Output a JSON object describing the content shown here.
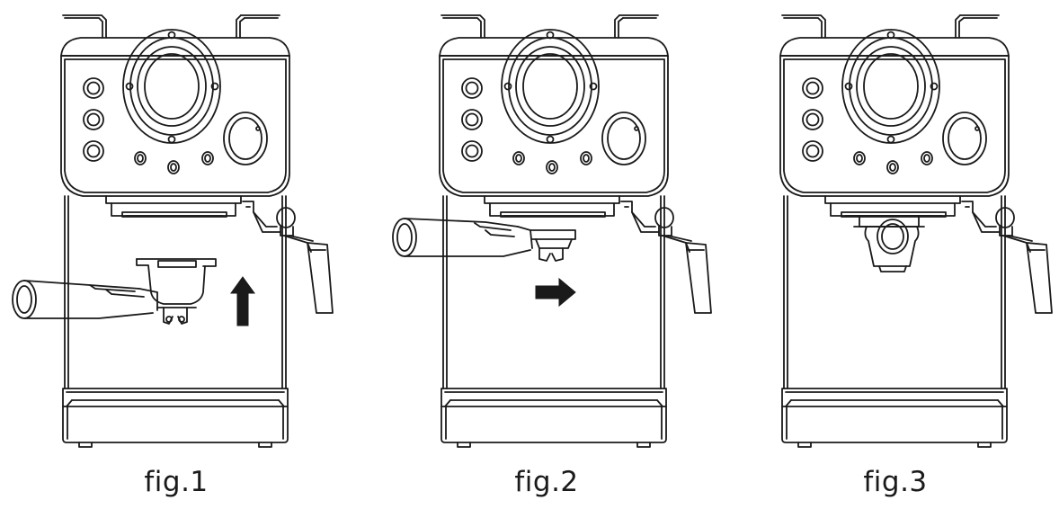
{
  "figures": [
    {
      "caption": "fig.1",
      "arrow": "up",
      "portafilter": "below-group",
      "icon": "up-arrow-icon"
    },
    {
      "caption": "fig.2",
      "arrow": "right",
      "portafilter": "inserted-unlocked",
      "icon": "right-arrow-icon"
    },
    {
      "caption": "fig.3",
      "arrow": "none",
      "portafilter": "locked",
      "icon": "none"
    }
  ],
  "colors": {
    "line": "#1a1a1a",
    "background": "#ffffff"
  }
}
